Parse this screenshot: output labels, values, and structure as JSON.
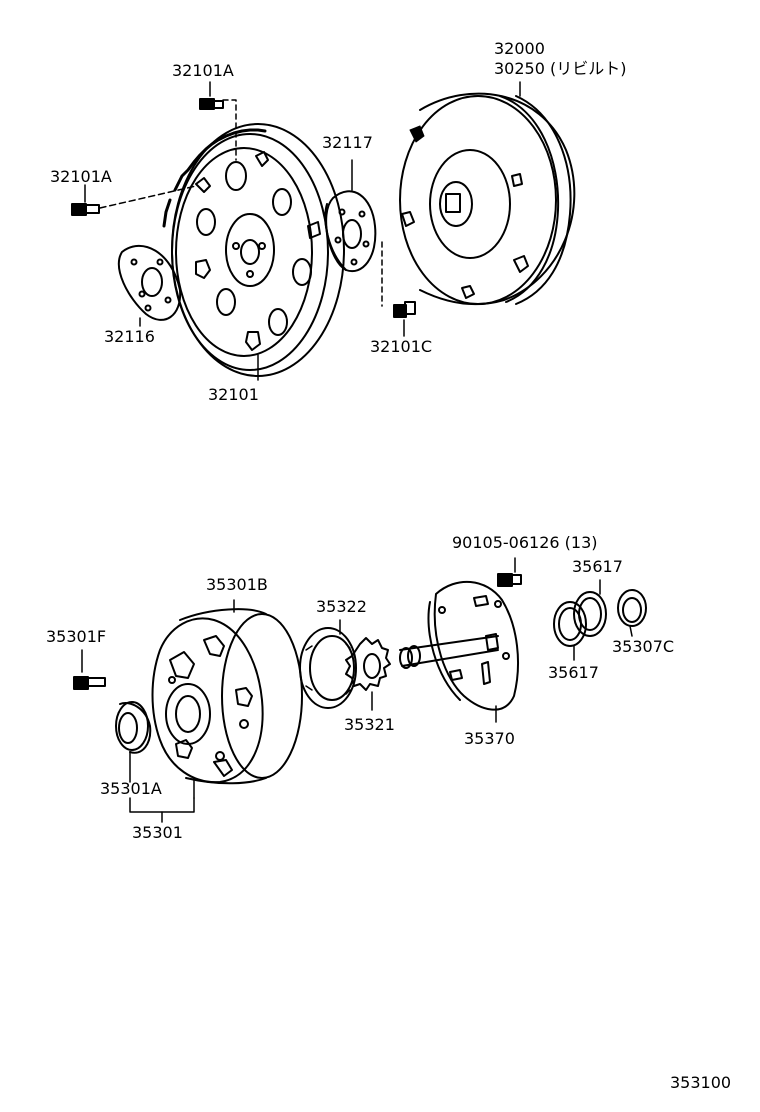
{
  "labels": {
    "l_32101A_top": "32101A",
    "l_32101A_left": "32101A",
    "l_32117": "32117",
    "l_32000": "32000",
    "l_30250": "30250 (リビルト)",
    "l_32116": "32116",
    "l_32101C": "32101C",
    "l_32101": "32101",
    "l_90105": "90105-06126 (13)",
    "l_35617_top": "35617",
    "l_35617_bottom": "35617",
    "l_35307C": "35307C",
    "l_35301B": "35301B",
    "l_35322": "35322",
    "l_35301F": "35301F",
    "l_35321": "35321",
    "l_35370": "35370",
    "l_35301A": "35301A",
    "l_35301": "35301",
    "l_353100": "353100"
  }
}
